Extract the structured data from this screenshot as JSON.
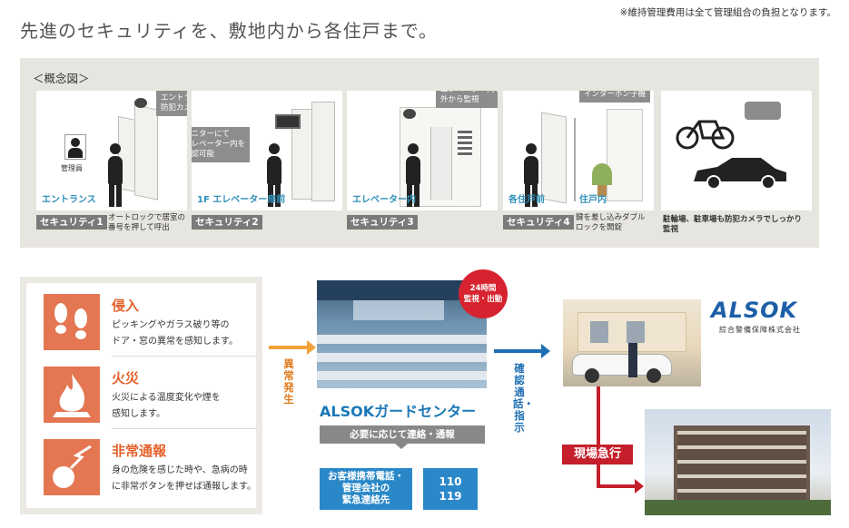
{
  "page": {
    "title": "先進のセキュリティを、敷地内から各住戸まで。",
    "note": "※維持管理費用は全て管理組合の負担となります。"
  },
  "concept": {
    "label": "＜概念図＞",
    "panels": [
      {
        "name": "エントランス",
        "callouts": [
          "エントランス内\n防犯カメラ設置"
        ],
        "person_label": "管理員"
      },
      {
        "name": "1F エレベーター扉前",
        "callouts": [
          "モニターにて\nエレベーター内を\n確認可能"
        ]
      },
      {
        "name": "エレベーター内",
        "callouts": [
          "防犯カメラで\nエレベーター内を\n外から監視"
        ]
      },
      {
        "name": "各住戸前",
        "name2": "住戸内",
        "callouts": [
          "インターホン子機"
        ]
      }
    ],
    "securities": [
      {
        "badge": "セキュリティ1",
        "desc": "オートロックで居室の\n番号を押して呼出"
      },
      {
        "badge": "セキュリティ2",
        "desc": ""
      },
      {
        "badge": "セキュリティ3",
        "desc": ""
      },
      {
        "badge": "セキュリティ4",
        "desc": "鍵を差し込みダブル\nロックを開錠"
      }
    ],
    "parking_desc": "駐輪場、駐車場も防犯カメラでしっかり\n監視"
  },
  "hazards": [
    {
      "icon": "footprints-icon",
      "title": "侵入",
      "desc": "ピッキングやガラス破り等の\nドア・窓の異常を感知します。"
    },
    {
      "icon": "fire-icon",
      "title": "火災",
      "desc": "火災による温度変化や煙を\n感知します。"
    },
    {
      "icon": "emergency-icon",
      "title": "非常通報",
      "desc": "身の危険を感じた時や、急病の時\nに非常ボタンを押せば通報します。"
    }
  ],
  "flow": {
    "anomaly_label": "異常発生",
    "badge_24h": "24時間\n監視・出動",
    "guard_center": "ALSOKガードセンター",
    "contact_bar": "必要に応じて連絡・通報",
    "contact_boxes": [
      "お客様携帯電話・\n管理会社の\n緊急連絡先",
      "110\n119"
    ],
    "confirm_label": "確認通話・指示",
    "rush_label": "現場急行",
    "alsok_logo": "ALSOK",
    "alsok_sub": "綜合警備保障株式会社"
  },
  "colors": {
    "accent_blue": "#1a78b8",
    "accent_orange": "#e4612b",
    "accent_red": "#c41f2b",
    "panel_bg": "#e7e5df"
  }
}
